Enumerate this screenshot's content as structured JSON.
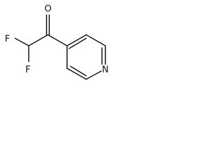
{
  "structure": {
    "atoms": [
      {
        "id": "F1",
        "label": "F",
        "color": "#111111"
      },
      {
        "id": "F2",
        "label": "F",
        "color": "#111111"
      },
      {
        "id": "O1",
        "label": "O",
        "color": "#111111"
      },
      {
        "id": "N1",
        "label": "N",
        "color": "#111111"
      }
    ],
    "bond_color": "#111111",
    "background": "#ffffff"
  }
}
